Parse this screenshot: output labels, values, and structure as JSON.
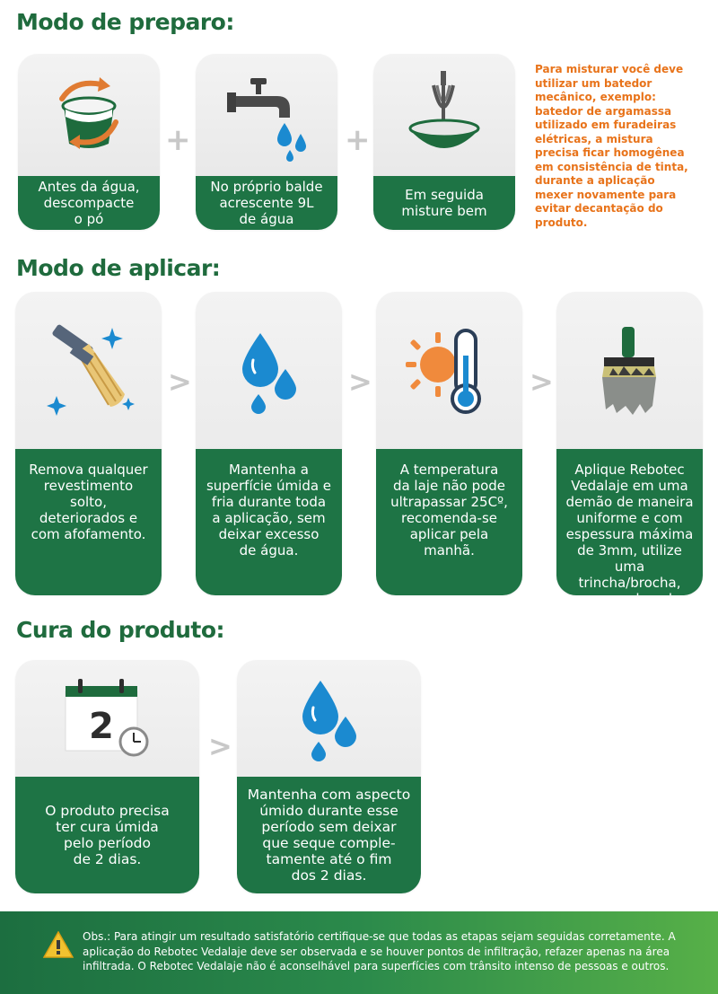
{
  "sections": {
    "preparo": {
      "title": "Modo de preparo:"
    },
    "aplicar": {
      "title": "Modo de aplicar:"
    },
    "cura": {
      "title": "Cura do produto:"
    }
  },
  "preparo_steps": [
    {
      "label": "Antes da água,\ndescompacte\no pó",
      "icon": "bucket-mix-icon"
    },
    {
      "label": "No próprio balde\nacrescente 9L\nde água",
      "icon": "faucet-icon"
    },
    {
      "label": "Em seguida\nmisture bem",
      "icon": "mixer-icon"
    }
  ],
  "preparo_separators": [
    "+",
    "+"
  ],
  "preparo_note": "Para misturar você deve\nutilizar um batedor\nmecânico, exemplo:\nbatedor de argamassa\nutilizado em furadeiras\nelétricas, a mistura\nprecisa ficar homogênea\nem consistência de tinta,\ndurante a aplicação\nmexer novamente para\nevitar decantação do\nproduto.",
  "aplicar_steps": [
    {
      "label": "Remova qualquer\nrevestimento solto,\ndeteriorados e\ncom afofamento.",
      "icon": "broom-icon"
    },
    {
      "label": "Mantenha a\nsuperfície úmida e\nfria durante toda\na aplicação, sem\ndeixar excesso\nde água.",
      "icon": "water-drops-icon"
    },
    {
      "label": "A temperatura\nda laje não pode\nultrapassar 25Cº,\nrecomenda-se\naplicar pela\nmanhã.",
      "icon": "sun-thermometer-icon"
    },
    {
      "label": "Aplique Rebotec\nVedalaje em uma\ndemão de maneira\nuniforme e com\nespessura máxima\nde 3mm, utilize uma\ntrincha/brocha,\nvassoura de nylon.",
      "icon": "paintbrush-icon"
    }
  ],
  "aplicar_separators": [
    ">",
    ">",
    ">"
  ],
  "cura_steps": [
    {
      "label": "O produto precisa\nter cura úmida\npelo período\nde 2 dias.",
      "icon": "calendar-icon",
      "calendar_day": "2"
    },
    {
      "label": "Mantenha com aspecto\númido durante esse\nperíodo sem deixar\nque seque comple-\ntamente até o fim\ndos 2 dias.",
      "icon": "water-drops-icon"
    }
  ],
  "cura_separators": [
    ">"
  ],
  "footer": {
    "text": "Obs.: Para atingir um resultado satisfatório certifique-se que todas as etapas sejam seguidas corretamente. A aplicação do Rebotec Vedalaje deve ser observada e se houver pontos de infiltração, refazer apenas na área infiltrada. O Rebotec Vedalaje não é aconselhável para superfícies com trânsito intenso de pessoas e outros.",
    "icon": "warning-icon"
  },
  "colors": {
    "brand_green": "#1e7445",
    "title_green": "#1f6b3d",
    "note_orange": "#e8731a",
    "water_blue": "#1b8ad0",
    "sun_orange": "#f08a3c"
  }
}
